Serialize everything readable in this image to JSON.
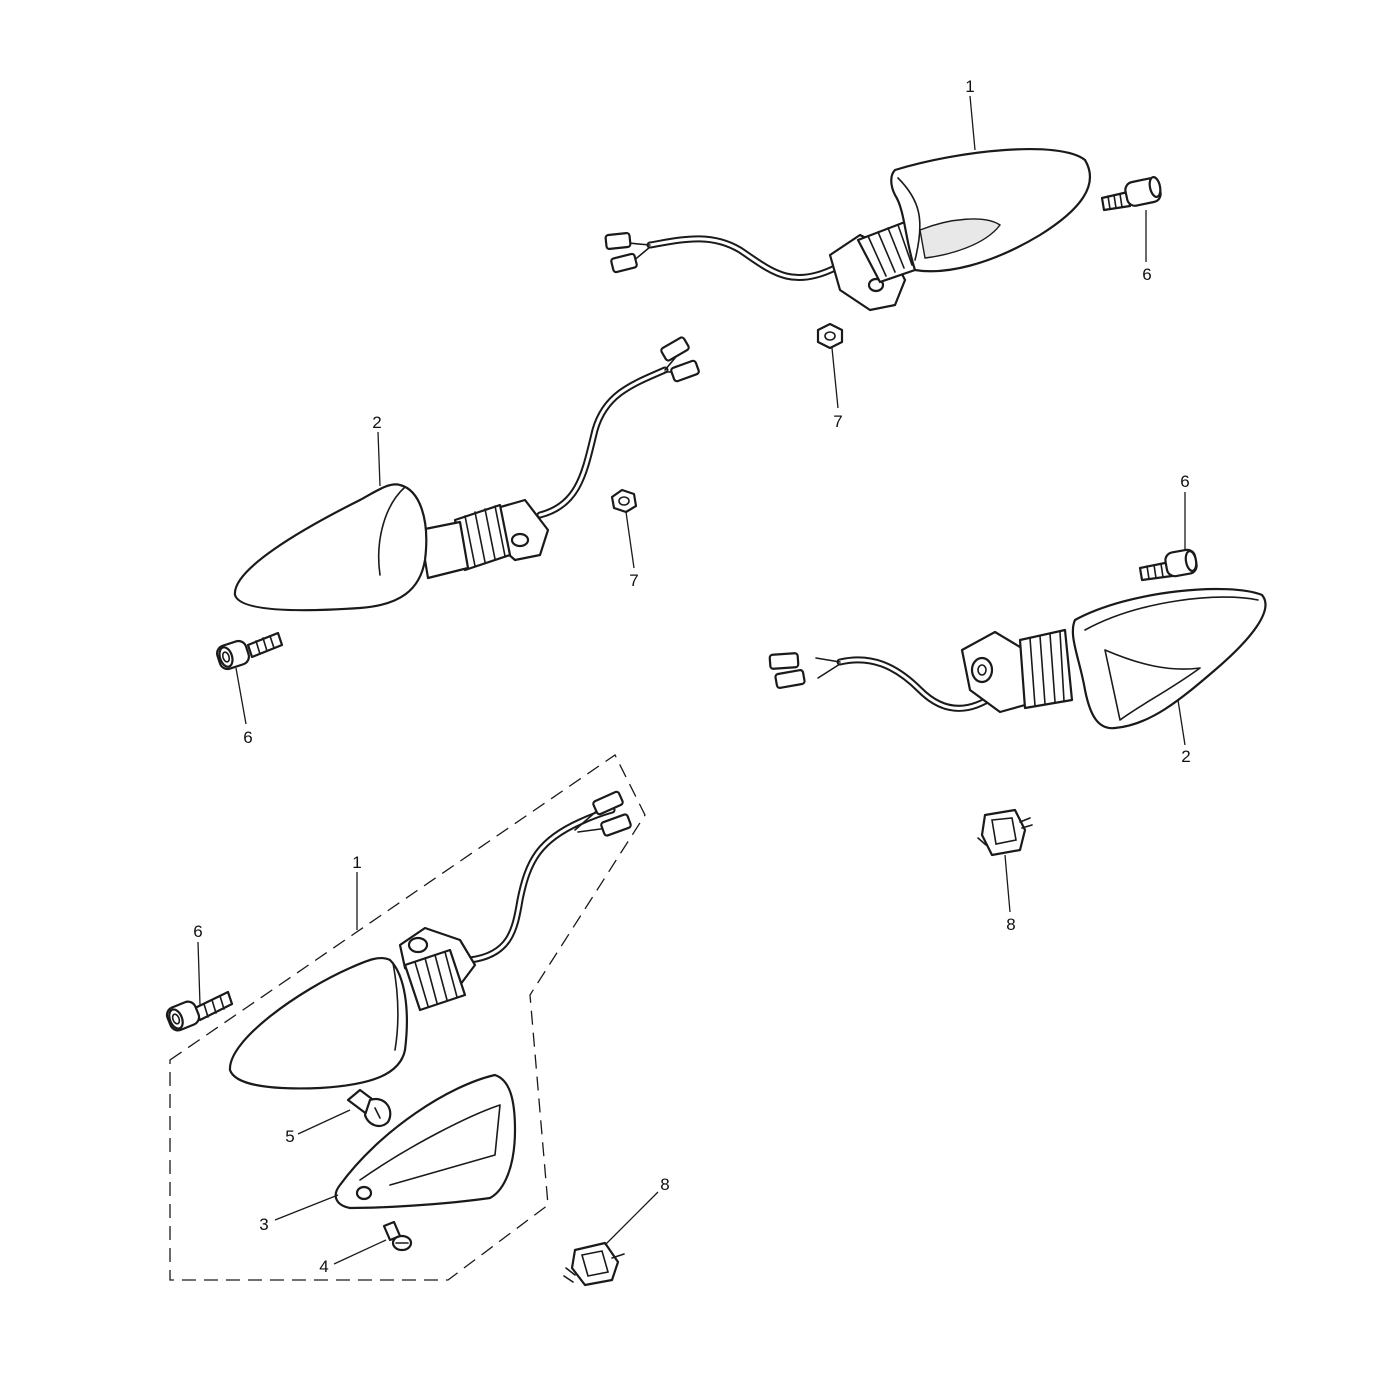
{
  "callouts": {
    "c1_top": "1",
    "c6_top": "6",
    "c7_top": "7",
    "c2_left": "2",
    "c7_mid": "7",
    "c6_left": "6",
    "c6_right": "6",
    "c2_right": "2",
    "c8_right": "8",
    "c1_kit": "1",
    "c6_kit": "6",
    "c5_kit": "5",
    "c3_kit": "3",
    "c4_kit": "4",
    "c8_bottom": "8"
  },
  "icons": {
    "indicator": "indicator-lamp-icon",
    "screw": "cap-screw-icon",
    "nut": "nut-icon",
    "clip": "connector-clip-icon",
    "bulb": "bulb-icon",
    "lens": "lens-icon"
  }
}
